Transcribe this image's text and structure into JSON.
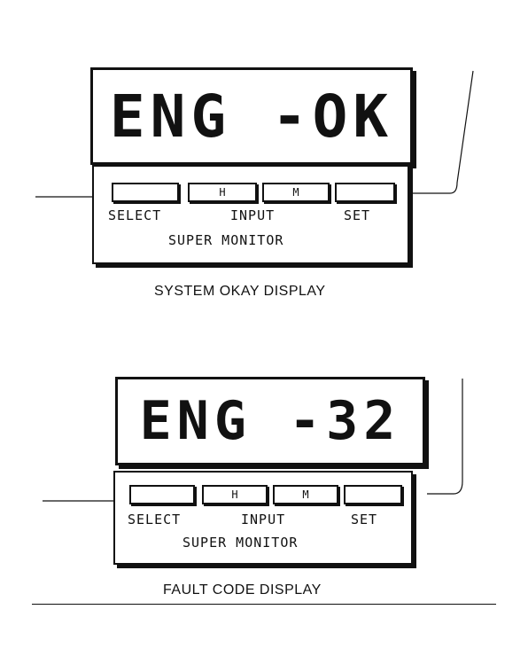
{
  "panels": [
    {
      "display_text": "ENG -OK",
      "keys": {
        "key1": "",
        "key2": "H",
        "key3": "M",
        "key4": ""
      },
      "labels": {
        "select": "SELECT",
        "input": "INPUT",
        "set": "SET",
        "brand": "SUPER MONITOR"
      },
      "caption": "SYSTEM OKAY DISPLAY"
    },
    {
      "display_text": "ENG -32",
      "keys": {
        "key1": "",
        "key2": "H",
        "key3": "M",
        "key4": ""
      },
      "labels": {
        "select": "SELECT",
        "input": "INPUT",
        "set": "SET",
        "brand": "SUPER MONITOR"
      },
      "caption": "FAULT CODE DISPLAY"
    }
  ]
}
